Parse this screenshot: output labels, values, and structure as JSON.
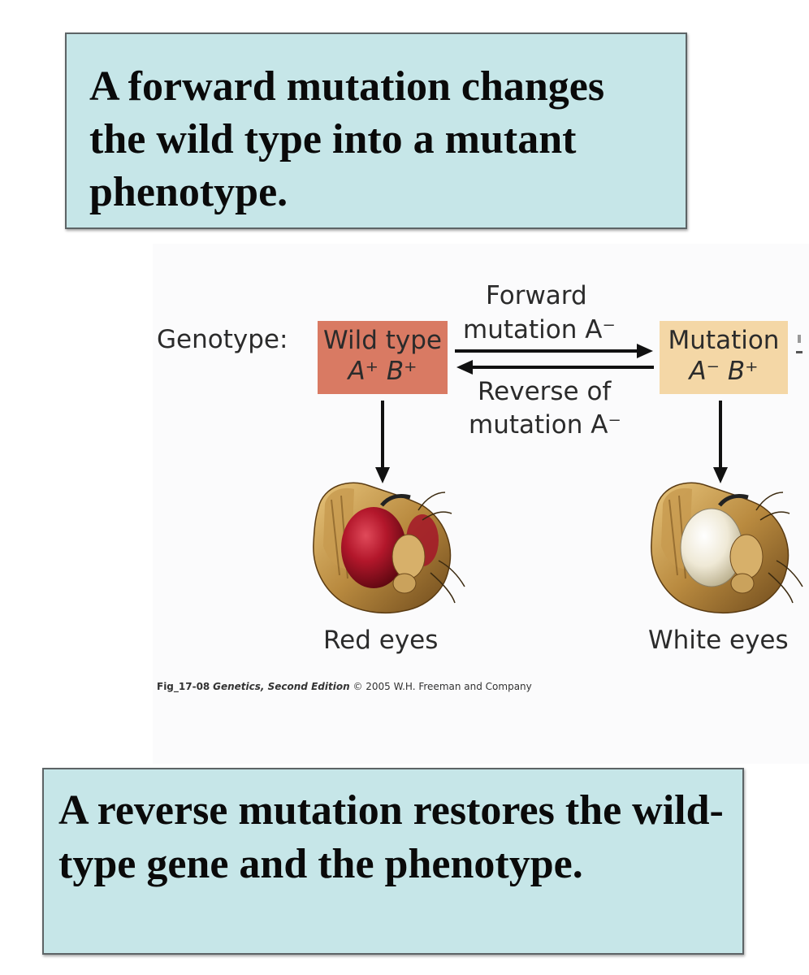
{
  "callout_top": {
    "text": "A forward mutation changes the wild type into a mutant phenotype."
  },
  "callout_bottom": {
    "text": "A reverse mutation restores the wild-type gene and the phenotype."
  },
  "figure": {
    "genotype_label": "Genotype:",
    "wild_type": {
      "title": "Wild type",
      "genotype": "A⁺ B⁺",
      "color": "#d97a63"
    },
    "mutation": {
      "title": "Mutation",
      "genotype": "A⁻ B⁺",
      "color": "#f4d7a6"
    },
    "forward_label_1": "Forward",
    "forward_label_2": "mutation A⁻",
    "reverse_label_1": "Reverse of",
    "reverse_label_2": "mutation A⁻",
    "red_eyes_label": "Red eyes",
    "white_eyes_label": "White eyes",
    "caption_code": "Fig_17-08",
    "caption_book": "Genetics, Second Edition",
    "caption_rest": "© 2005 W.H. Freeman and Company",
    "icons": [
      "fly-head-red-eye-icon",
      "fly-head-white-eye-icon",
      "arrow-right-icon",
      "arrow-left-icon",
      "arrow-down-icon"
    ]
  }
}
